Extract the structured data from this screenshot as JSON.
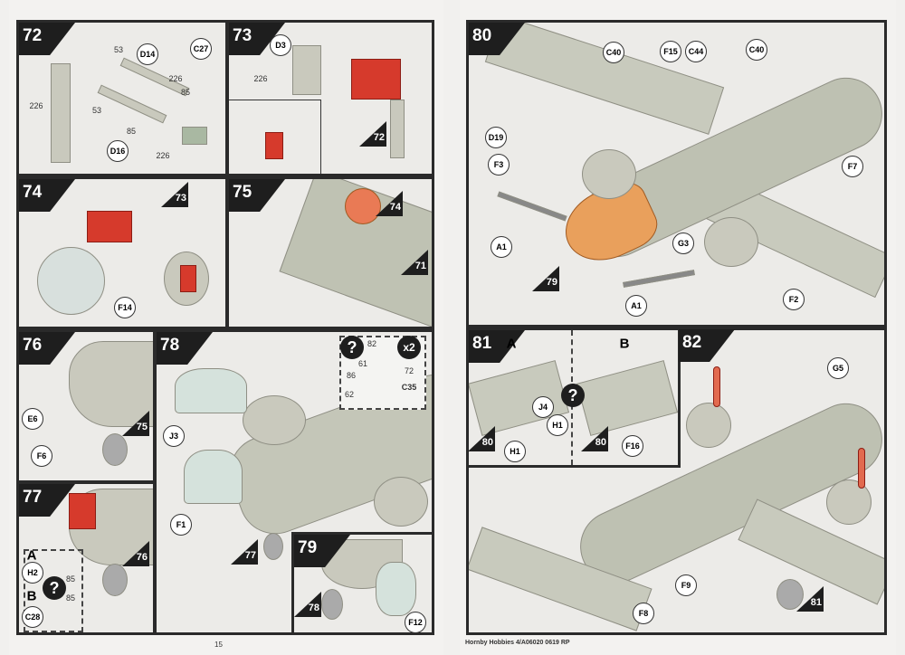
{
  "left_page": {
    "page_number": "15",
    "steps": {
      "s72": {
        "step": "72",
        "labels": [
          "53",
          "D14",
          "226",
          "C27",
          "85",
          "226",
          "53",
          "85",
          "D16",
          "226"
        ]
      },
      "s73": {
        "step": "73",
        "labels": [
          "D3",
          "226"
        ],
        "ref": "72"
      },
      "s74": {
        "step": "74",
        "ref": "73",
        "labels": [
          "F14"
        ]
      },
      "s75": {
        "step": "75",
        "refs": [
          "74",
          "71"
        ]
      },
      "s76": {
        "step": "76",
        "labels": [
          "E6",
          "F6"
        ],
        "ref": "75"
      },
      "s77": {
        "step": "77",
        "ref": "76",
        "option_a": "A",
        "option_b": "B",
        "labels": [
          "H2",
          "85",
          "85",
          "C28"
        ],
        "question": "?"
      },
      "s78": {
        "step": "78",
        "labels": [
          "J3",
          "F1"
        ],
        "ref": "77",
        "figure": {
          "labels": [
            "82",
            "61",
            "86",
            "72",
            "62",
            "C35"
          ],
          "multiplier": "x2",
          "question": "?"
        }
      },
      "s79": {
        "step": "79",
        "ref": "78",
        "labels": [
          "F12"
        ]
      }
    }
  },
  "right_page": {
    "footer": "Hornby Hobbies 4/A06020 0619 RP",
    "steps": {
      "s80": {
        "step": "80",
        "labels": [
          "C40",
          "F15",
          "C44",
          "C40",
          "D19",
          "F3",
          "F7",
          "G3",
          "A1",
          "A1",
          "F2"
        ],
        "ref": "79"
      },
      "s81": {
        "step": "81",
        "option_a": "A",
        "option_b": "B",
        "labels": [
          "J4",
          "H1",
          "H1",
          "F16"
        ],
        "refs": [
          "80",
          "80"
        ],
        "question": "?"
      },
      "s82": {
        "step": "82",
        "labels": [
          "G5",
          "F9",
          "F8"
        ],
        "ref": "81"
      }
    }
  }
}
